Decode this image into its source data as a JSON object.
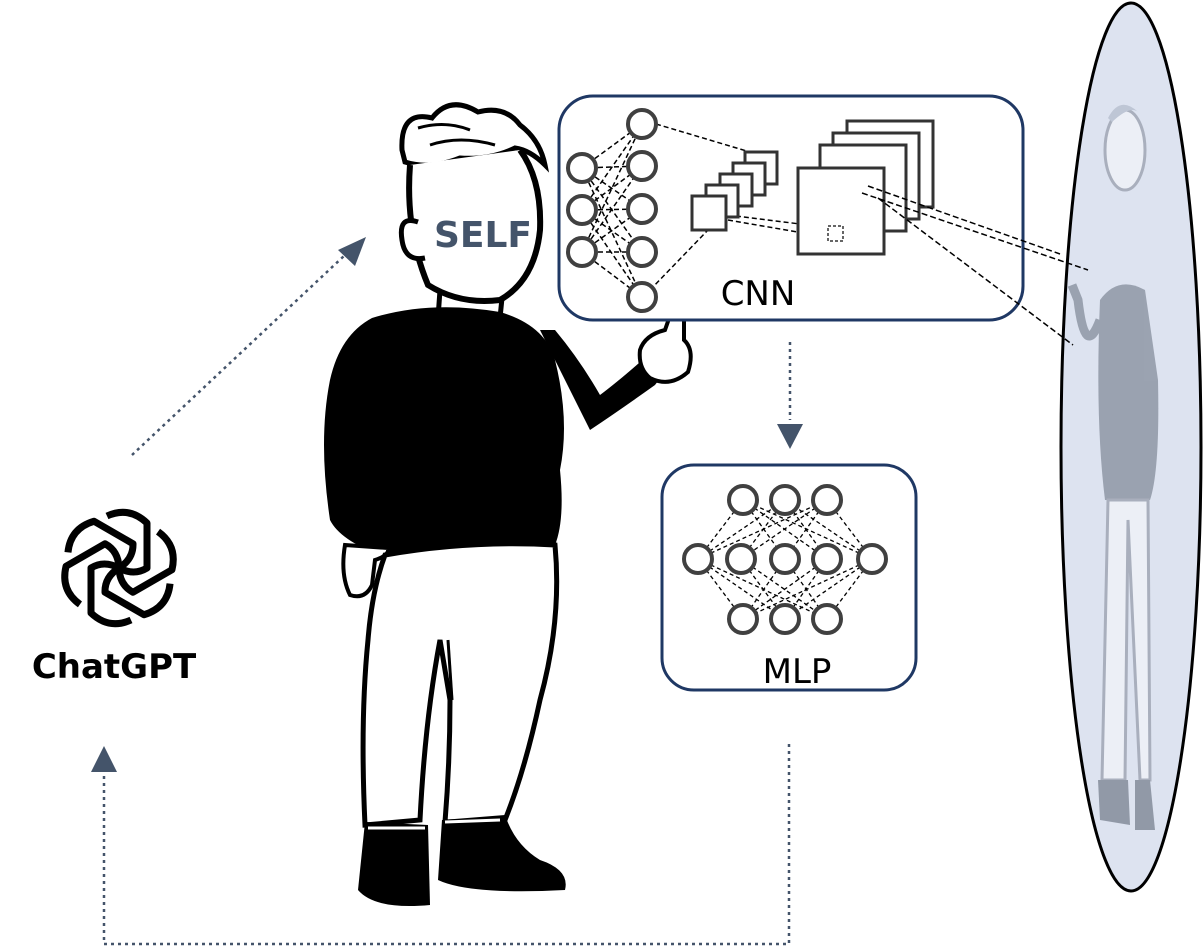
{
  "labels": {
    "self": "SELF",
    "cnn": "CNN",
    "mlp": "MLP",
    "chatgpt": "ChatGPT"
  },
  "colors": {
    "box_border": "#1f3864",
    "arrow": "#44546a",
    "self_text": "#44546a",
    "node": "#404040",
    "mirror_fill": "#dde3f0",
    "figure_fill": "#000000"
  },
  "icons": {
    "chatgpt_logo": "openai-knot-icon",
    "person": "person-pointing-figure",
    "reflection": "mirrored-person-figure"
  }
}
